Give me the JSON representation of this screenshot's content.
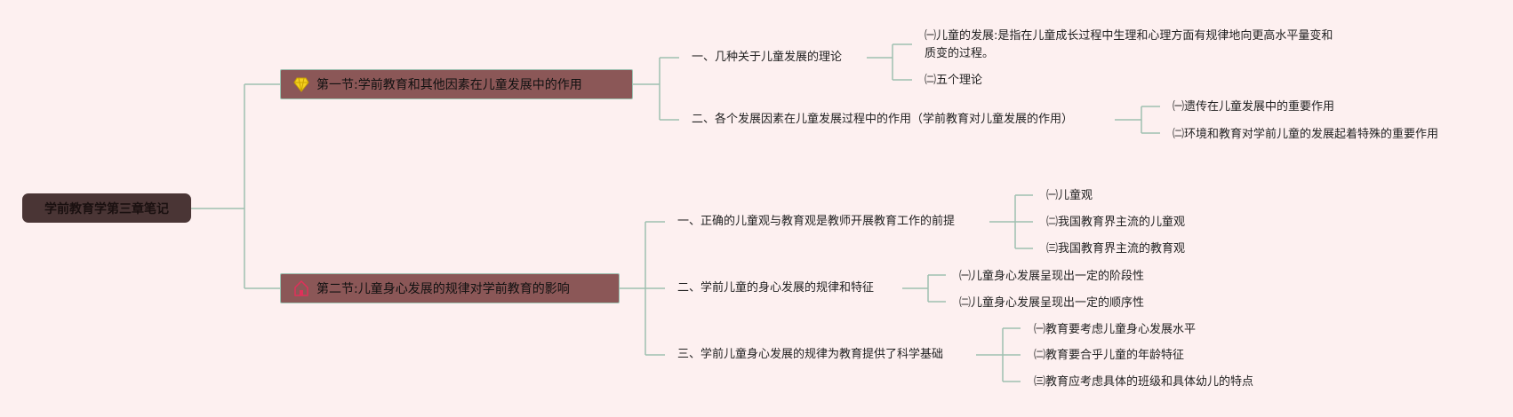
{
  "root": {
    "label": "学前教育学第三章笔记"
  },
  "colors": {
    "background": "#fdf0f0",
    "section": "#8b5757",
    "root": "#4a3535",
    "line": "#9fbfb0"
  },
  "sections": [
    {
      "label": "第一节:学前教育和其他因素在儿童发展中的作用",
      "icon": "diamond-icon",
      "children": [
        {
          "label": "一、几种关于儿童发展的理论",
          "leaves": [
            "㈠儿童的发展:是指在儿童成长过程中生理和心理方面有规律地向更高水平量变和",
            "质变的过程。",
            "㈡五个理论"
          ]
        },
        {
          "label": "二、各个发展因素在儿童发展过程中的作用（学前教育对儿童发展的作用）",
          "leaves": [
            "㈠遗传在儿童发展中的重要作用",
            "㈡环境和教育对学前儿童的发展起着特殊的重要作用"
          ]
        }
      ]
    },
    {
      "label": "第二节:儿童身心发展的规律对学前教育的影响",
      "icon": "house-icon",
      "children": [
        {
          "label": "一、正确的儿童观与教育观是教师开展教育工作的前提",
          "leaves": [
            "㈠儿童观",
            "㈡我国教育界主流的儿童观",
            "㈢我国教育界主流的教育观"
          ]
        },
        {
          "label": "二、学前儿童的身心发展的规律和特征",
          "leaves": [
            "㈠儿童身心发展呈现出一定的阶段性",
            "㈡儿童身心发展呈现出一定的顺序性"
          ]
        },
        {
          "label": "三、学前儿童身心发展的规律为教育提供了科学基础",
          "leaves": [
            "㈠教育要考虑儿童身心发展水平",
            "㈡教育要合乎儿童的年龄特征",
            "㈢教育应考虑具体的班级和具体幼儿的特点"
          ]
        }
      ]
    }
  ]
}
